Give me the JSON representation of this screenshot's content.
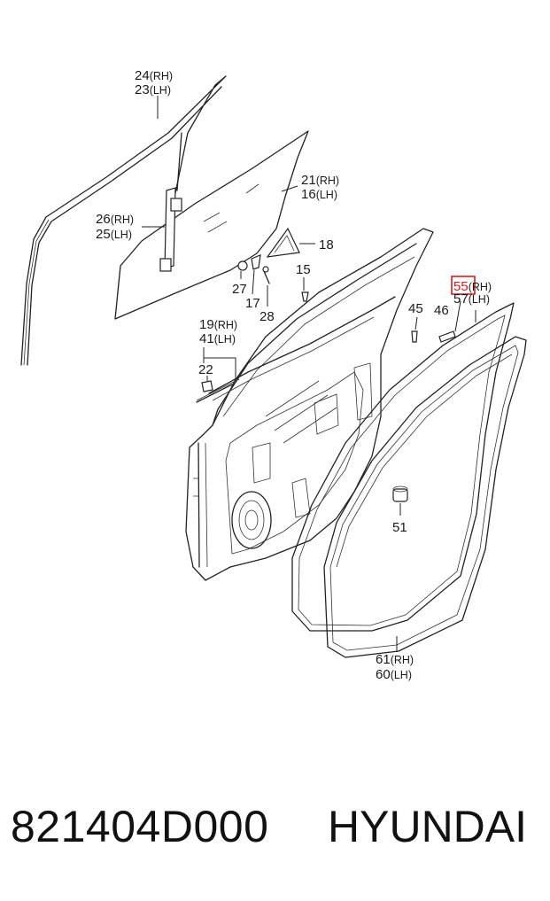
{
  "diagram": {
    "callouts": [
      {
        "id": "c24",
        "num": "24",
        "side": "(RH)"
      },
      {
        "id": "c23",
        "num": "23",
        "side": "(LH)"
      },
      {
        "id": "c21",
        "num": "21",
        "side": "(RH)"
      },
      {
        "id": "c16",
        "num": "16",
        "side": "(LH)"
      },
      {
        "id": "c26",
        "num": "26",
        "side": "(RH)"
      },
      {
        "id": "c25",
        "num": "25",
        "side": "(LH)"
      },
      {
        "id": "c18",
        "num": "18",
        "side": ""
      },
      {
        "id": "c15",
        "num": "15",
        "side": ""
      },
      {
        "id": "c27",
        "num": "27",
        "side": ""
      },
      {
        "id": "c17",
        "num": "17",
        "side": ""
      },
      {
        "id": "c28",
        "num": "28",
        "side": ""
      },
      {
        "id": "c55",
        "num": "55",
        "side": "(RH)"
      },
      {
        "id": "c57",
        "num": "57",
        "side": "(LH)"
      },
      {
        "id": "c45",
        "num": "45",
        "side": ""
      },
      {
        "id": "c46",
        "num": "46",
        "side": ""
      },
      {
        "id": "c19",
        "num": "19",
        "side": "(RH)"
      },
      {
        "id": "c41",
        "num": "41",
        "side": "(LH)"
      },
      {
        "id": "c22",
        "num": "22",
        "side": ""
      },
      {
        "id": "c51",
        "num": "51",
        "side": ""
      },
      {
        "id": "c61",
        "num": "61",
        "side": "(RH)"
      },
      {
        "id": "c60",
        "num": "60",
        "side": "(LH)"
      }
    ],
    "highlight_color": "#d42020"
  },
  "footer": {
    "part_number": "821404D000",
    "brand": "HYUNDAI"
  }
}
